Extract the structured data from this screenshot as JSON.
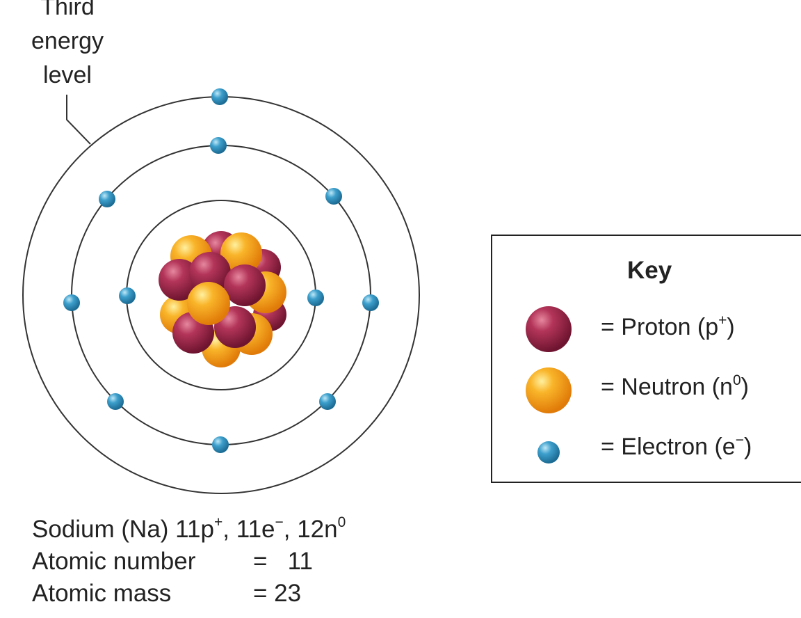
{
  "energy_label": {
    "line1": "Third",
    "line2": "energy",
    "line3": "level"
  },
  "key": {
    "title": "Key",
    "proton_label": "= Proton (p",
    "proton_sup": "+",
    "neutron_label": "= Neutron (n",
    "neutron_sup": "0",
    "electron_label": "= Electron (e",
    "electron_sup": "−",
    "close_paren": ")"
  },
  "info": {
    "element_label": "Sodium (Na) 11p",
    "proton_sup": "+",
    "electron_part": ", 11e",
    "electron_sup": "−",
    "neutron_part": ", 12n",
    "neutron_sup": "0",
    "atomic_number_label": "Atomic number",
    "atomic_number_value": "=   11",
    "atomic_mass_label": "Atomic mass",
    "atomic_mass_value": "= 23"
  },
  "atom": {
    "protons": 11,
    "neutrons": 12,
    "electrons_per_shell": [
      2,
      8,
      1
    ]
  },
  "colors": {
    "proton": "#a8284f",
    "neutron": "#f5a81c",
    "electron": "#2f93c2",
    "orbit": "#333333"
  }
}
